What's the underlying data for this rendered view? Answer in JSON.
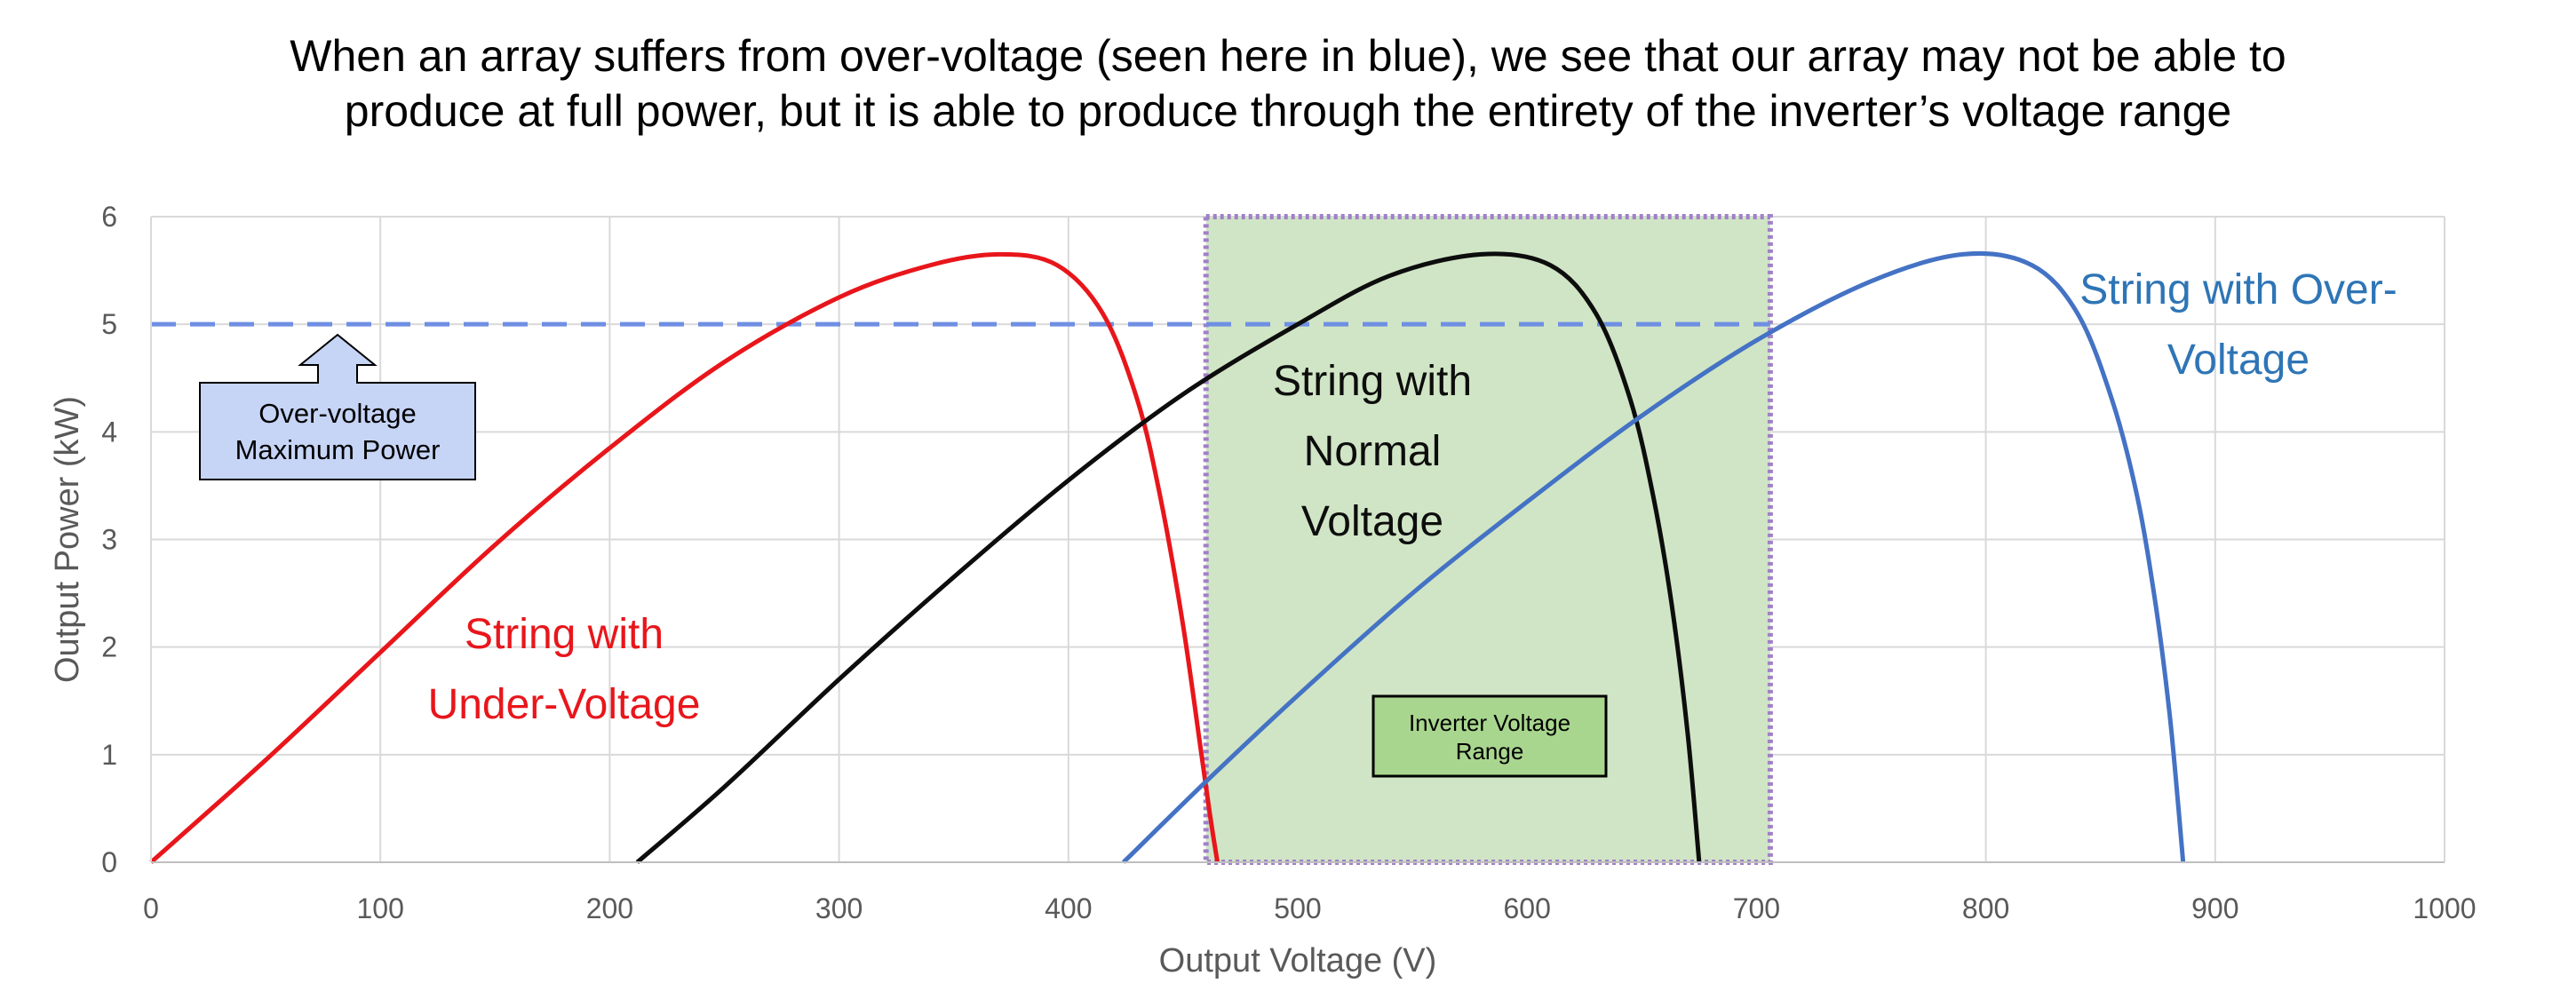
{
  "chart_data": {
    "type": "line",
    "title_lines": [
      "When an array suffers from over-voltage (seen here in blue), we see that our array may not be able to",
      "produce at full power, but it is able to produce through the entirety of the inverter’s voltage range"
    ],
    "xlabel": "Output Voltage (V)",
    "ylabel": "Output Power (kW)",
    "xlim": [
      0,
      1000
    ],
    "ylim": [
      0,
      6
    ],
    "xticks": [
      "0",
      "100",
      "200",
      "300",
      "400",
      "500",
      "600",
      "700",
      "800",
      "900",
      "1000"
    ],
    "yticks": [
      "0",
      "1",
      "2",
      "3",
      "4",
      "5",
      "6"
    ],
    "grid": true,
    "series": [
      {
        "label_lines": [
          "String with",
          "Under-Voltage"
        ],
        "color": "#e8161b",
        "x": [
          0,
          50,
          100,
          150,
          200,
          250,
          300,
          340,
          370,
          395,
          415,
          430,
          440,
          450,
          458,
          462,
          465
        ],
        "y": [
          0,
          0.95,
          1.95,
          2.95,
          3.85,
          4.65,
          5.25,
          5.55,
          5.65,
          5.55,
          5.1,
          4.3,
          3.4,
          2.2,
          1.0,
          0.4,
          0
        ]
      },
      {
        "label_lines": [
          "String with",
          "Normal",
          "Voltage"
        ],
        "color": "#0d0d0d",
        "x": [
          212,
          250,
          300,
          350,
          400,
          450,
          500,
          540,
          580,
          610,
          630,
          645,
          655,
          663,
          670,
          675
        ],
        "y": [
          0,
          0.7,
          1.7,
          2.65,
          3.55,
          4.35,
          5.0,
          5.45,
          5.65,
          5.55,
          5.1,
          4.3,
          3.4,
          2.4,
          1.2,
          0
        ]
      },
      {
        "label_lines": [
          "String with Over-",
          "Voltage"
        ],
        "color": "#4472c4",
        "x": [
          424,
          460,
          500,
          550,
          600,
          650,
          700,
          750,
          790,
          820,
          840,
          855,
          866,
          874,
          880,
          884,
          886
        ],
        "y": [
          0,
          0.75,
          1.55,
          2.5,
          3.35,
          4.15,
          4.85,
          5.4,
          5.65,
          5.55,
          5.1,
          4.3,
          3.4,
          2.4,
          1.4,
          0.5,
          0
        ]
      }
    ],
    "reference_line": {
      "y": 5,
      "x_range": [
        0,
        706
      ],
      "color": "#6f8fe3",
      "style": "dashed"
    },
    "shaded_region": {
      "x_range": [
        460,
        706
      ],
      "y_range": [
        0,
        6
      ],
      "fill": "#d0e5c5",
      "border": "#a080c8"
    },
    "annotations": [
      {
        "text_lines": [
          "Over-voltage",
          "Maximum Power"
        ],
        "fill": "#c6d4f6",
        "arrow": "up"
      },
      {
        "text_lines": [
          "Inverter Voltage",
          "Range"
        ],
        "fill": "#a9d68e"
      }
    ]
  }
}
